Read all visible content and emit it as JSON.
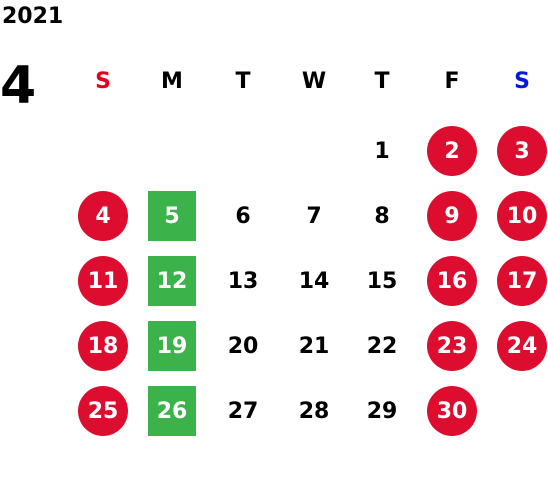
{
  "calendar": {
    "year": "2021",
    "month": "4",
    "weekdays": [
      "S",
      "M",
      "T",
      "W",
      "T",
      "F",
      "S"
    ],
    "weekday_colors": [
      "#e8001c",
      "#000000",
      "#000000",
      "#000000",
      "#000000",
      "#000000",
      "#0018d8"
    ],
    "colors": {
      "holiday_circle": "#dc0d2e",
      "highlight_square": "#3bb34a"
    },
    "weeks": [
      [
        {
          "day": "",
          "style": "none"
        },
        {
          "day": "",
          "style": "none"
        },
        {
          "day": "",
          "style": "none"
        },
        {
          "day": "",
          "style": "none"
        },
        {
          "day": "1",
          "style": "none"
        },
        {
          "day": "2",
          "style": "red-circle"
        },
        {
          "day": "3",
          "style": "red-circle"
        }
      ],
      [
        {
          "day": "4",
          "style": "red-circle"
        },
        {
          "day": "5",
          "style": "green-square"
        },
        {
          "day": "6",
          "style": "none"
        },
        {
          "day": "7",
          "style": "none"
        },
        {
          "day": "8",
          "style": "none"
        },
        {
          "day": "9",
          "style": "red-circle"
        },
        {
          "day": "10",
          "style": "red-circle"
        }
      ],
      [
        {
          "day": "11",
          "style": "red-circle"
        },
        {
          "day": "12",
          "style": "green-square"
        },
        {
          "day": "13",
          "style": "none"
        },
        {
          "day": "14",
          "style": "none"
        },
        {
          "day": "15",
          "style": "none"
        },
        {
          "day": "16",
          "style": "red-circle"
        },
        {
          "day": "17",
          "style": "red-circle"
        }
      ],
      [
        {
          "day": "18",
          "style": "red-circle"
        },
        {
          "day": "19",
          "style": "green-square"
        },
        {
          "day": "20",
          "style": "none"
        },
        {
          "day": "21",
          "style": "none"
        },
        {
          "day": "22",
          "style": "none"
        },
        {
          "day": "23",
          "style": "red-circle"
        },
        {
          "day": "24",
          "style": "red-circle"
        }
      ],
      [
        {
          "day": "25",
          "style": "red-circle"
        },
        {
          "day": "26",
          "style": "green-square"
        },
        {
          "day": "27",
          "style": "none"
        },
        {
          "day": "28",
          "style": "none"
        },
        {
          "day": "29",
          "style": "none"
        },
        {
          "day": "30",
          "style": "red-circle"
        },
        {
          "day": "",
          "style": "none"
        }
      ]
    ]
  }
}
